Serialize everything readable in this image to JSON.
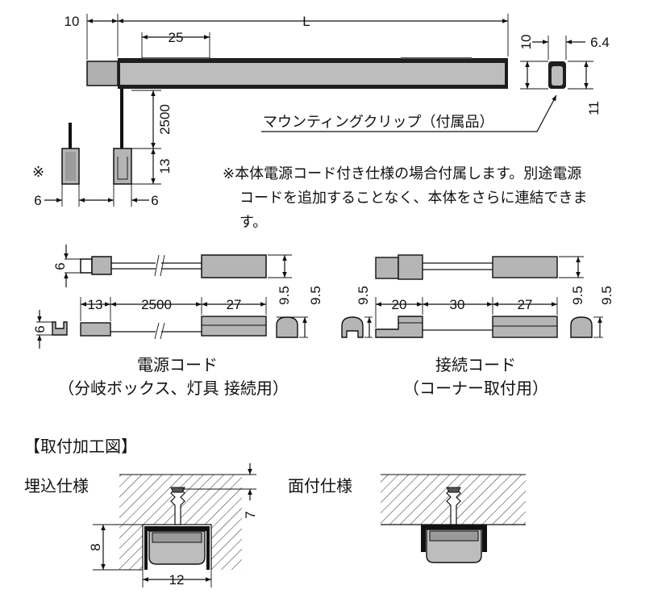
{
  "main": {
    "dims": {
      "d10_left": "10",
      "d_L": "L",
      "d25": "25",
      "d2500_vertical": "2500",
      "d13_vertical": "13",
      "d6_left": "6",
      "d6_right": "6",
      "clip_d10": "10",
      "clip_d6_4": "6.4",
      "clip_d11": "11"
    },
    "asterisk_mark": "※",
    "clip_label": "マウンティングクリップ（付属品）",
    "note_lines": [
      "※本体電源コード付き仕様の場合付属します。別途電源",
      "コードを追加することなく、本体をさらに連結できま",
      "す。"
    ]
  },
  "cords": {
    "power": {
      "dims": {
        "d6_top": "6",
        "d6_bottom": "6",
        "d13": "13",
        "d2500": "2500",
        "d27": "27",
        "d9_5_a": "9.5",
        "d9_5_b": "9.5"
      },
      "caption_line1": "電源コード",
      "caption_line2": "（分岐ボックス、灯具 接続用）"
    },
    "connect": {
      "dims": {
        "d9_5_left": "9.5",
        "d20": "20",
        "d30": "30",
        "d27": "27",
        "d9_5_a": "9.5",
        "d9_5_b": "9.5"
      },
      "caption_line1": "接続コード",
      "caption_line2": "（コーナー取付用）"
    }
  },
  "install": {
    "heading": "【取付加工図】",
    "recessed": {
      "label": "埋込仕様",
      "d7": "7",
      "d8": "8",
      "d12": "12"
    },
    "surface": {
      "label": "面付仕様"
    }
  }
}
